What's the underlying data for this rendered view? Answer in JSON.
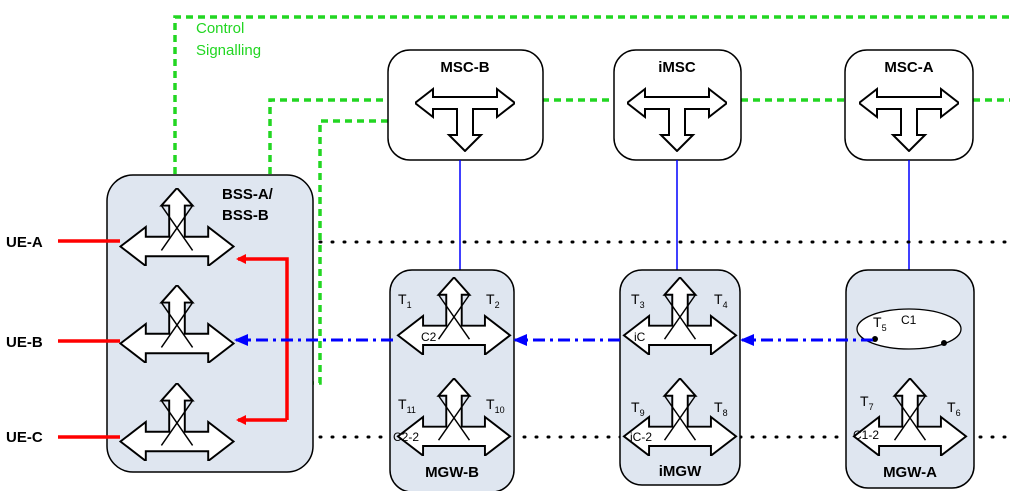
{
  "colors": {
    "control_signalling": "#22d622",
    "user_plane": "#ff0000",
    "bearer": "#0000ff",
    "node_fill": "#dfe6f0",
    "box_fill": "#ffffff"
  },
  "control_label": {
    "line1": "Control",
    "line2": "Signalling"
  },
  "servers": [
    {
      "id": "msc-b",
      "label": "MSC-B"
    },
    {
      "id": "imsc",
      "label": "iMSC"
    },
    {
      "id": "msc-a",
      "label": "MSC-A"
    }
  ],
  "bss": {
    "label_line1": "BSS-A/",
    "label_line2": "BSS-B"
  },
  "ues": [
    {
      "id": "ue-a",
      "label": "UE-A"
    },
    {
      "id": "ue-b",
      "label": "UE-B"
    },
    {
      "id": "ue-c",
      "label": "UE-C"
    }
  ],
  "gateways": [
    {
      "id": "mgw-b",
      "label": "MGW-B",
      "upper": {
        "t_left": "1",
        "t_right": "2",
        "context": "C2"
      },
      "lower": {
        "t_left": "11",
        "t_right": "10",
        "context": "C2-2"
      }
    },
    {
      "id": "imgw",
      "label": "iMGW",
      "upper": {
        "t_left": "3",
        "t_right": "4",
        "context": "iC"
      },
      "lower": {
        "t_left": "9",
        "t_right": "8",
        "context": "iC-2"
      }
    },
    {
      "id": "mgw-a",
      "label": "MGW-A",
      "upper": {
        "t_left": "5",
        "context": "C1"
      },
      "lower": {
        "t_left": "7",
        "t_right": "6",
        "context": "C1-2"
      }
    }
  ],
  "termination_prefix": "T"
}
